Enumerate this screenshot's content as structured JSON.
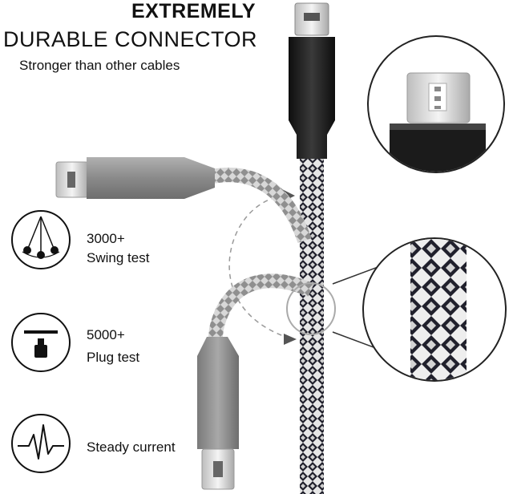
{
  "header": {
    "line1": "EXTREMELY",
    "line2": "DURABLE CONNECTOR",
    "tagline": "Stronger than other cables"
  },
  "features": [
    {
      "icon": "swing-pendulum-icon",
      "line1": "3000+",
      "line2": "Swing test"
    },
    {
      "icon": "plug-icon",
      "line1": "5000+",
      "line2": "Plug test"
    },
    {
      "icon": "pulse-wave-icon",
      "line1": "Steady current",
      "line2": ""
    }
  ],
  "colors": {
    "connector_black": "#1c1c1c",
    "connector_gray": "#8a8a8a",
    "braid_light": "#d9d9d9",
    "braid_dark": "#1e1e2a"
  }
}
